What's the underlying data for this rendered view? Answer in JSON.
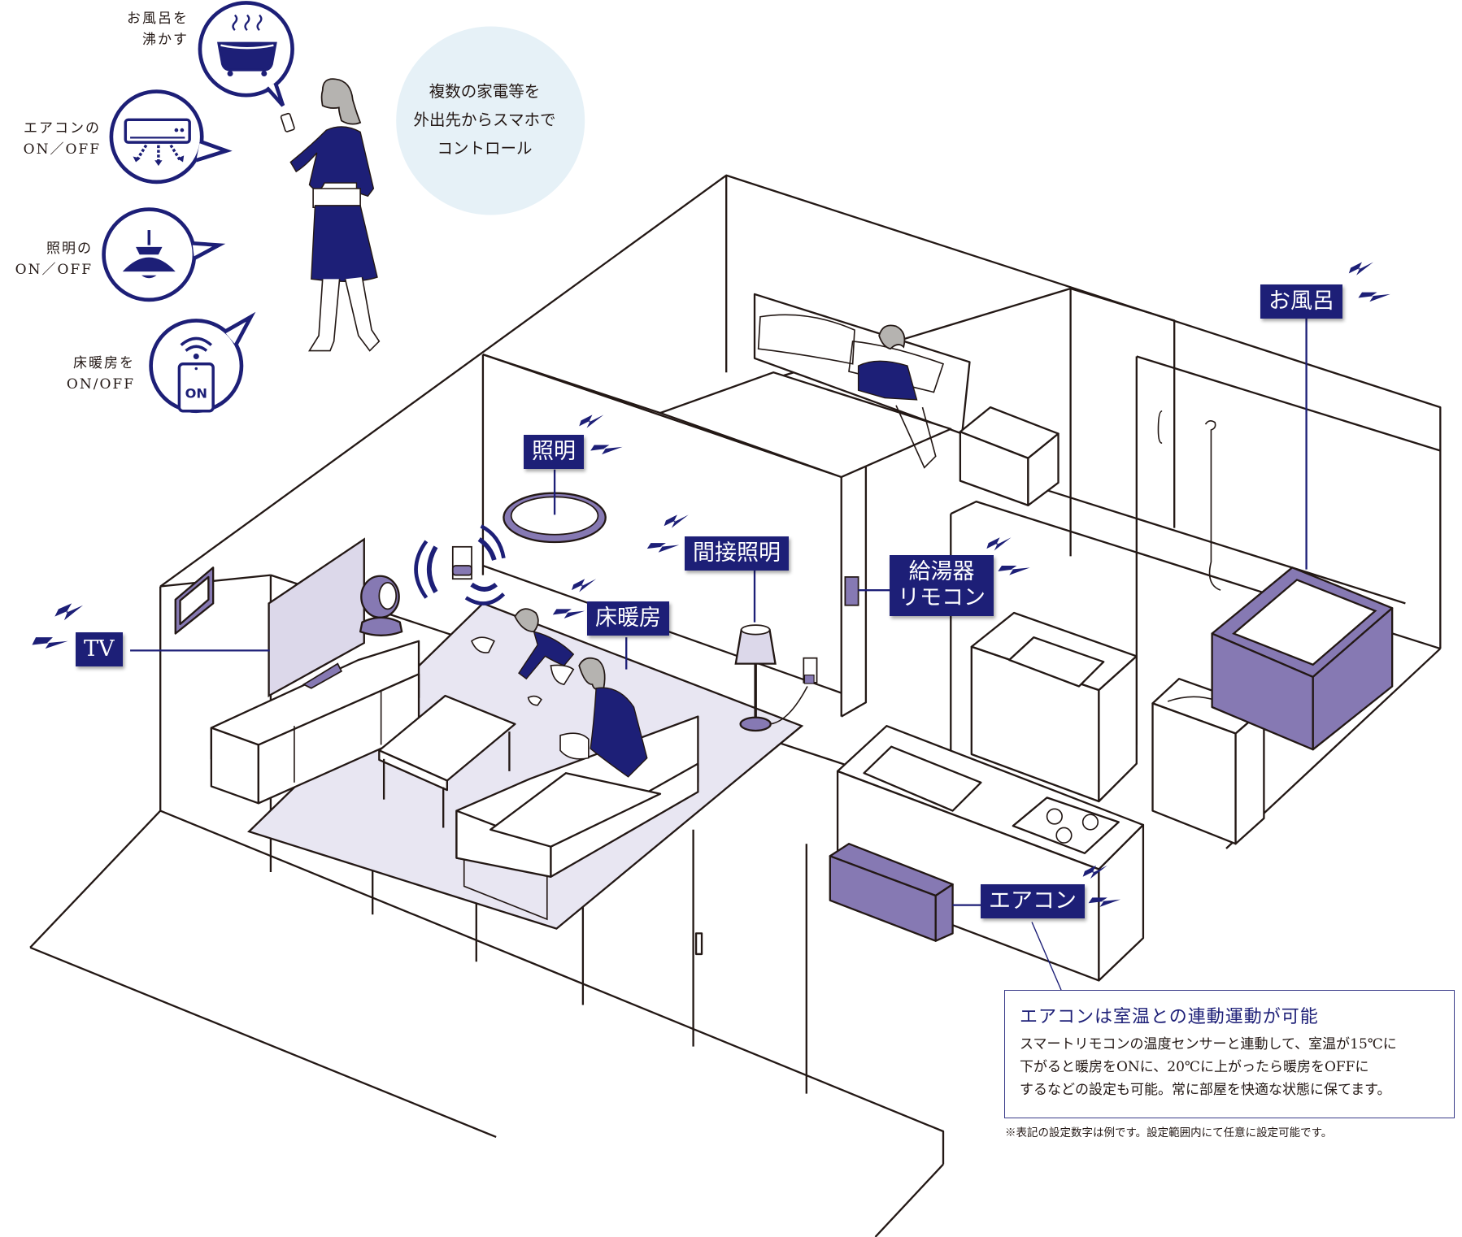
{
  "remote_panel": {
    "bubble_lines": [
      "複数の家電等を",
      "外出先からスマホで",
      "コントロール"
    ],
    "controls": [
      {
        "id": "bath",
        "lines": [
          "お風呂を",
          "沸かす"
        ],
        "icon": "bathtub-icon"
      },
      {
        "id": "aircon",
        "lines": [
          "エアコンの",
          "ON／OFF"
        ],
        "icon": "air-conditioner-icon"
      },
      {
        "id": "light",
        "lines": [
          "照明の",
          "ON／OFF"
        ],
        "icon": "pendant-light-icon"
      },
      {
        "id": "floor_heating",
        "lines": [
          "床暖房を",
          "ON/OFF"
        ],
        "icon": "smartphone-wifi-icon",
        "phone_text": "ON"
      }
    ]
  },
  "labels": {
    "tv": "TV",
    "ceiling_light": "照明",
    "indirect_light": "間接照明",
    "floor_heating": "床暖房",
    "water_heater_remote": [
      "給湯器",
      "リモコン"
    ],
    "bath": "お風呂",
    "aircon": "エアコン"
  },
  "info_box": {
    "title": "エアコンは室温との連動運動が可能",
    "body": [
      "スマートリモコンの温度センサーと連動して、室温が15℃に",
      "下がると暖房をONに、20℃に上がったら暖房をOFFに",
      "するなどの設定も可能。常に部屋を快適な状態に保てます。"
    ]
  },
  "footnote": "※表記の設定数字は例です。設定範囲内にて任意に設定可能です。",
  "colors": {
    "navy": "#1d1f77",
    "purple": "#8679b3",
    "lavender": "#dcd8ea",
    "bubble_bg": "#e6f1f7",
    "line": "#231815"
  }
}
